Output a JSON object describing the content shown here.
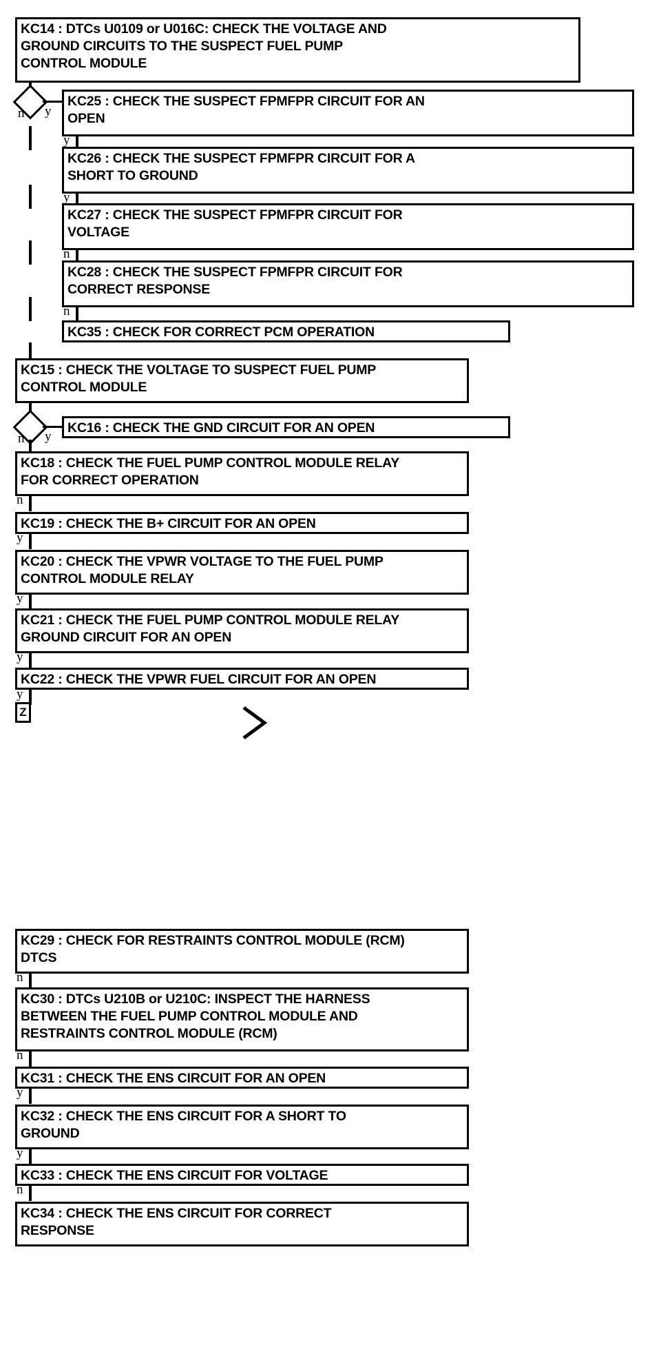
{
  "diagram": {
    "type": "flowchart",
    "title": "Fuel Pump Control Module Diagnostic Flowchart",
    "background_color": "#ffffff",
    "line_color": "#000000",
    "box_fill": "#ffffff"
  },
  "nodes": [
    {
      "id": "KC14",
      "label": "KC14 : DTCs U0109 or U016C: CHECK THE VOLTAGE AND\nGROUND CIRCUITS TO THE SUSPECT FUEL PUMP\nCONTROL MODULE"
    },
    {
      "id": "KC25",
      "label": "KC25 : CHECK THE SUSPECT FPMFPR CIRCUIT FOR AN\nOPEN"
    },
    {
      "id": "KC26",
      "label": "KC26 : CHECK THE SUSPECT FPMFPR CIRCUIT FOR A\nSHORT TO GROUND"
    },
    {
      "id": "KC27",
      "label": "KC27 : CHECK THE SUSPECT FPMFPR CIRCUIT FOR\nVOLTAGE"
    },
    {
      "id": "KC28",
      "label": "KC28 : CHECK THE SUSPECT FPMFPR CIRCUIT FOR\nCORRECT RESPONSE"
    },
    {
      "id": "KC35",
      "label": "KC35 : CHECK FOR CORRECT PCM OPERATION"
    },
    {
      "id": "KC15",
      "label": "KC15 : CHECK THE VOLTAGE TO SUSPECT FUEL PUMP\nCONTROL MODULE"
    },
    {
      "id": "KC16",
      "label": "KC16 : CHECK THE GND CIRCUIT FOR AN OPEN"
    },
    {
      "id": "KC18",
      "label": "KC18 : CHECK THE FUEL PUMP CONTROL MODULE RELAY\nFOR CORRECT OPERATION"
    },
    {
      "id": "KC19",
      "label": "KC19 : CHECK THE B+ CIRCUIT FOR AN OPEN"
    },
    {
      "id": "KC20",
      "label": "KC20 : CHECK THE VPWR VOLTAGE TO THE FUEL PUMP\nCONTROL MODULE RELAY"
    },
    {
      "id": "KC21",
      "label": "KC21 : CHECK THE FUEL PUMP CONTROL MODULE RELAY\nGROUND CIRCUIT FOR AN OPEN"
    },
    {
      "id": "KC22",
      "label": "KC22 : CHECK THE VPWR FUEL CIRCUIT FOR AN OPEN"
    },
    {
      "id": "KC29",
      "label": "KC29 : CHECK FOR RESTRAINTS CONTROL MODULE (RCM)\nDTCS"
    },
    {
      "id": "KC30",
      "label": "KC30 : DTCs U210B or U210C: INSPECT THE HARNESS\nBETWEEN THE FUEL PUMP CONTROL MODULE AND\nRESTRAINTS CONTROL MODULE (RCM)"
    },
    {
      "id": "KC31",
      "label": "KC31 : CHECK THE ENS CIRCUIT FOR AN OPEN"
    },
    {
      "id": "KC32",
      "label": "KC32 : CHECK THE ENS CIRCUIT FOR A SHORT TO\nGROUND"
    },
    {
      "id": "KC33",
      "label": "KC33 : CHECK THE ENS CIRCUIT FOR VOLTAGE"
    },
    {
      "id": "KC34",
      "label": "KC34 : CHECK THE ENS CIRCUIT FOR CORRECT\nRESPONSE"
    }
  ],
  "branch_labels": {
    "d1_n": "n",
    "d1_y": "y",
    "kc25_y": "y",
    "kc26_y": "y",
    "kc27_n": "n",
    "kc28_n": "n",
    "d2_n": "n",
    "d2_y": "y",
    "kc18_n": "n",
    "kc19_y": "y",
    "kc20_y": "y",
    "kc21_y": "y",
    "kc22_y": "y",
    "kc29_n": "n",
    "kc30_n": "n",
    "kc31_y": "y",
    "kc32_y": "y",
    "kc33_n": "n"
  },
  "connectors": {
    "off_page_tag": "Z"
  }
}
